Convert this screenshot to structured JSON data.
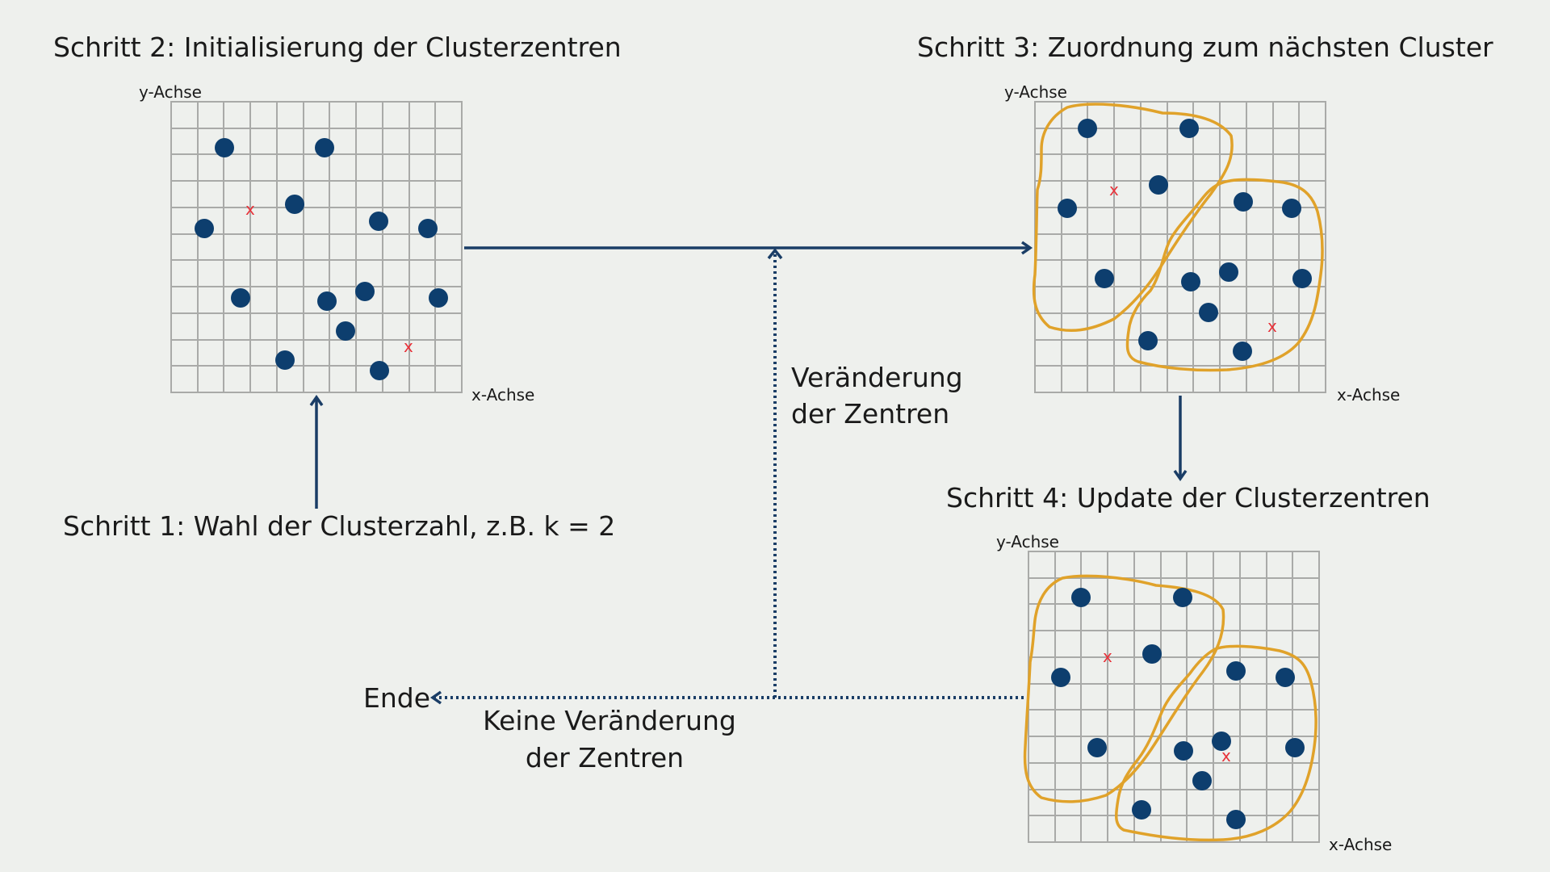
{
  "steps": {
    "step1": "Schritt 1: Wahl der Clusterzahl, z.B. k = 2",
    "step2": "Schritt 2: Initialisierung der Clusterzentren",
    "step3": "Schritt 3: Zuordnung zum nächsten Cluster",
    "step4": "Schritt 4: Update der Clusterzentren"
  },
  "axes": {
    "x": "x-Achse",
    "y": "y-Achse"
  },
  "centroid_marker": "x",
  "loop": {
    "change_line1": "Veränderung",
    "change_line2": "der Zentren",
    "nochange_line1": "Keine Veränderung",
    "nochange_line2": "der Zentren",
    "end": "Ende"
  },
  "colors": {
    "point": "#0d3e6e",
    "centroid": "#e8323a",
    "cluster_outline": "#e0a22a",
    "arrow": "#1a3d66",
    "background": "#eef0ed"
  }
}
